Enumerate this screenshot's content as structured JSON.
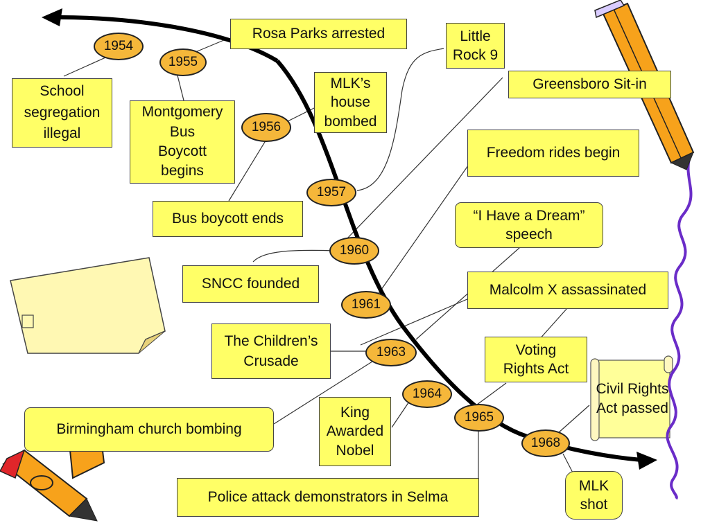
{
  "colors": {
    "box_fill": "#ffff66",
    "year_fill": "#f5b73a",
    "timeline_stroke": "#000000",
    "squiggle": "#6a2cc8",
    "pencil_orange": "#f7a21b",
    "pencil_red": "#e0262a"
  },
  "icons": [
    "timeline-arrow-icon",
    "pencil-top-right-icon",
    "pencils-bottom-left-icon",
    "sticky-note-icon",
    "scroll-icon",
    "squiggle-line-icon"
  ],
  "years": [
    "1954",
    "1955",
    "1956",
    "1957",
    "1960",
    "1961",
    "1963",
    "1964",
    "1965",
    "1968"
  ],
  "events": [
    {
      "id": "school-segregation",
      "text": "School\nsegregation\nillegal"
    },
    {
      "id": "montgomery-boycott",
      "text": "Montgomery\nBus\nBoycott\nbegins"
    },
    {
      "id": "rosa-parks",
      "text": "Rosa Parks arrested"
    },
    {
      "id": "mlk-house",
      "text": "MLK’s\nhouse\nbombed"
    },
    {
      "id": "little-rock",
      "text": "Little\nRock 9"
    },
    {
      "id": "greensboro",
      "text": "Greensboro Sit-in"
    },
    {
      "id": "freedom-rides",
      "text": "Freedom rides begin"
    },
    {
      "id": "bus-boycott-ends",
      "text": "Bus boycott ends"
    },
    {
      "id": "dream-speech",
      "text": "“I Have a Dream”\nspeech"
    },
    {
      "id": "sncc",
      "text": "SNCC founded"
    },
    {
      "id": "malcolm-x",
      "text": "Malcolm X assassinated"
    },
    {
      "id": "childrens-crusade",
      "text": "The Children’s\nCrusade"
    },
    {
      "id": "voting-rights",
      "text": "Voting\nRights Act"
    },
    {
      "id": "civil-rights-act",
      "text": "Civil Rights\nAct passed"
    },
    {
      "id": "birmingham",
      "text": "Birmingham church bombing"
    },
    {
      "id": "king-nobel",
      "text": "King\nAwarded\nNobel"
    },
    {
      "id": "selma",
      "text": "Police attack demonstrators in Selma"
    },
    {
      "id": "mlk-shot",
      "text": "MLK\nshot"
    }
  ]
}
